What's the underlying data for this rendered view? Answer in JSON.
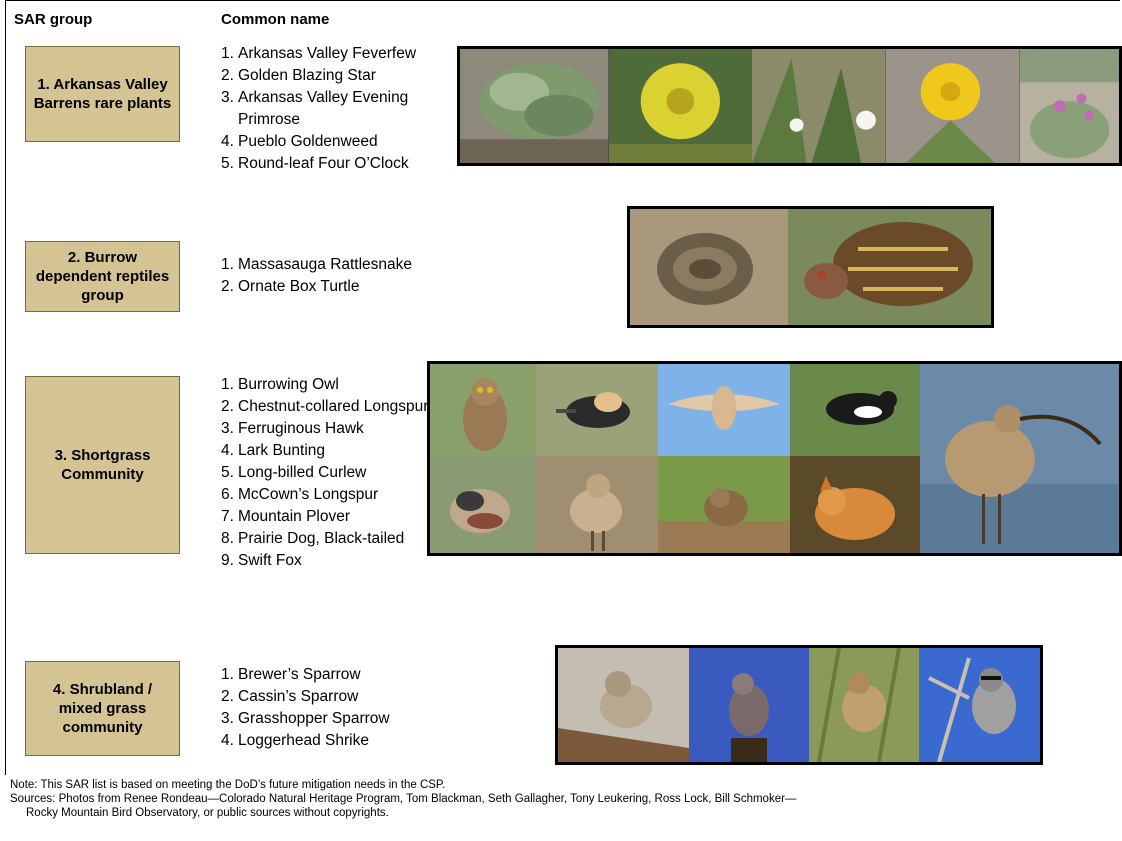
{
  "headers": {
    "sar_group": "SAR group",
    "common_name": "Common name"
  },
  "groups": [
    {
      "label": "1. Arkansas Valley Barrens rare plants",
      "species": [
        {
          "num": "1.",
          "name": "Arkansas Valley Feverfew"
        },
        {
          "num": "2.",
          "name": "Golden Blazing Star"
        },
        {
          "num": "3.",
          "name": "Arkansas Valley Evening Primrose"
        },
        {
          "num": "4.",
          "name": "Pueblo Goldenweed"
        },
        {
          "num": "5.",
          "name": "Round-leaf Four O’Clock"
        }
      ]
    },
    {
      "label": "2. Burrow dependent reptiles group",
      "species": [
        {
          "num": "1.",
          "name": "Massasauga Rattlesnake"
        },
        {
          "num": "2.",
          "name": "Ornate Box Turtle"
        }
      ]
    },
    {
      "label": "3. Shortgrass Community",
      "species": [
        {
          "num": "1.",
          "name": "Burrowing Owl"
        },
        {
          "num": "2.",
          "name": "Chestnut-collared Longspur"
        },
        {
          "num": "3.",
          "name": "Ferruginous Hawk"
        },
        {
          "num": "4.",
          "name": "Lark Bunting"
        },
        {
          "num": "5.",
          "name": "Long-billed Curlew"
        },
        {
          "num": "6.",
          "name": "McCown’s Longspur"
        },
        {
          "num": "7.",
          "name": "Mountain Plover"
        },
        {
          "num": "8.",
          "name": "Prairie Dog, Black-tailed"
        },
        {
          "num": "9.",
          "name": "Swift Fox"
        }
      ]
    },
    {
      "label": "4. Shrubland / mixed grass community",
      "species": [
        {
          "num": "1.",
          "name": "Brewer’s Sparrow"
        },
        {
          "num": "2.",
          "name": "Cassin’s Sparrow"
        },
        {
          "num": "3.",
          "name": "Grasshopper Sparrow"
        },
        {
          "num": "4.",
          "name": "Loggerhead Shrike"
        }
      ]
    }
  ],
  "note": "Note: This SAR list is based on meeting the DoD’s future mitigation needs in the CSP.",
  "sources_line1": "Sources: Photos from Renee Rondeau—Colorado Natural Heritage Program, Tom Blackman, Seth Gallagher, Tony Leukering, Ross Lock, Bill Schmoker—",
  "sources_line2": "Rocky Mountain Bird Observatory, or public sources without copyrights."
}
